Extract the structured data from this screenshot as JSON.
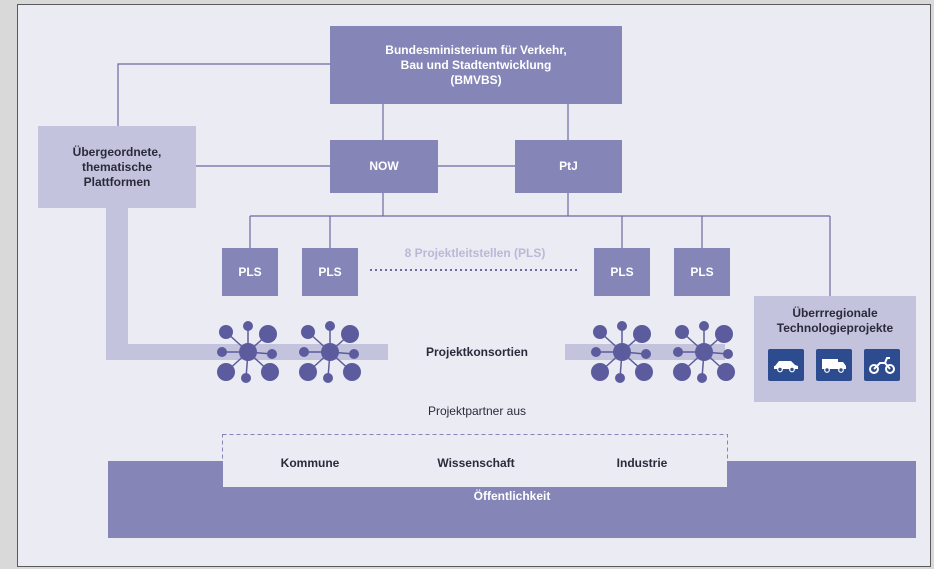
{
  "nodes": {
    "bmvbs": "Bundesministerium für Verkehr,\nBau und Stadtentwicklung\n(BMVBS)",
    "platforms": "Übergeordnete,\nthematische\nPlattformen",
    "now": "NOW",
    "ptj": "PtJ",
    "pls": "PLS",
    "pls_count_label": "8 Projektleitstellen (PLS)",
    "regional_projects": "Überrregionale\nTechnologieprojekte",
    "consortia": "Projektkonsortien",
    "partners_intro": "Projektpartner aus",
    "partner_kommune": "Kommune",
    "partner_wissenschaft": "Wissenschaft",
    "partner_industrie": "Industrie",
    "public": "Öffentlichkeit"
  },
  "icons": [
    "car-icon",
    "truck-icon",
    "scooter-icon"
  ],
  "colors": {
    "box_dark": "#8585b8",
    "box_light": "#c3c3de",
    "node_circle": "#5b5b9d",
    "icon_bg": "#2d4c8f",
    "line": "#6a6aa0"
  }
}
